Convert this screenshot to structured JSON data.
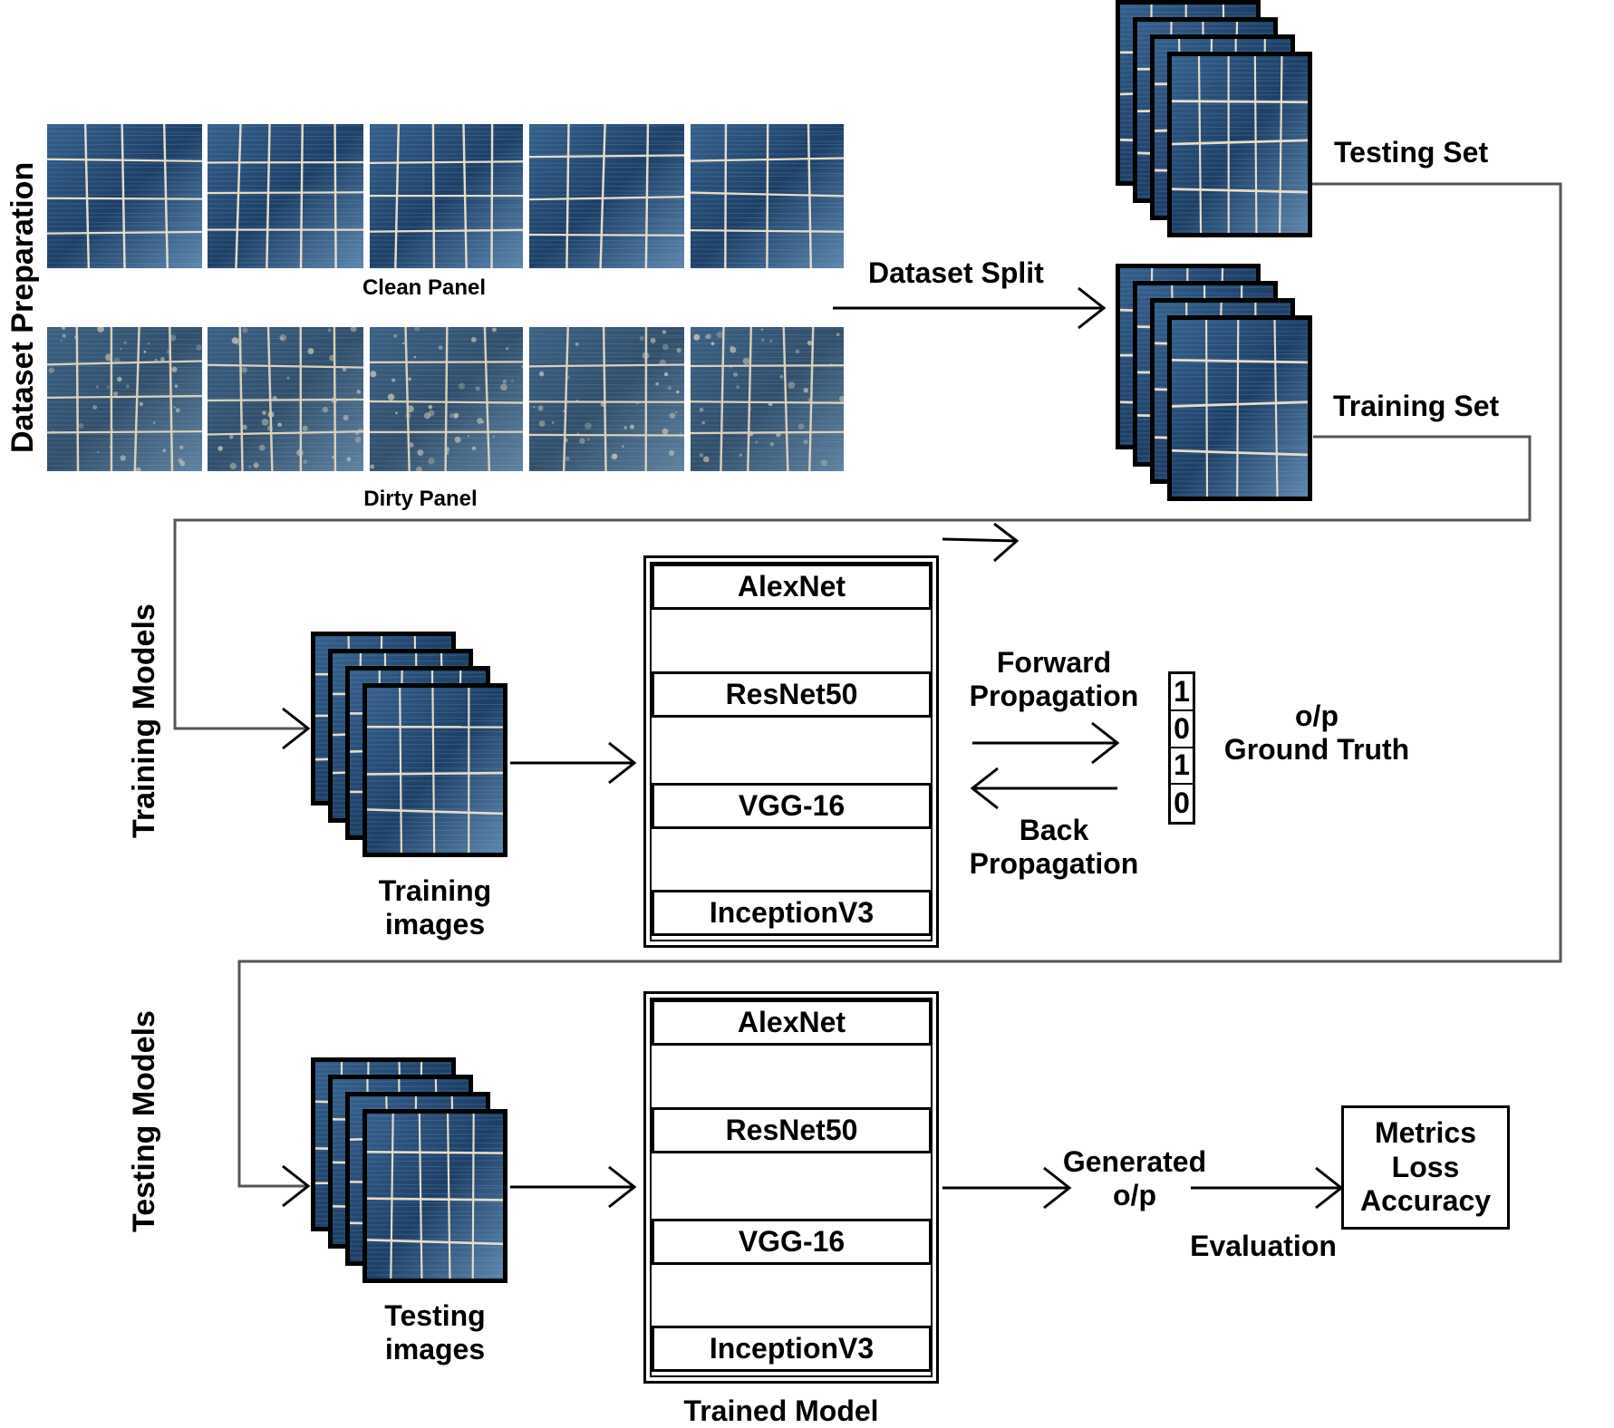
{
  "sections": {
    "dataset_preparation": "Dataset Preparation",
    "training_models": "Training Models",
    "testing_models": "Testing Models"
  },
  "dataset": {
    "clean_label": "Clean Panel",
    "dirty_label": "Dirty Panel",
    "split_label": "Dataset Split",
    "testing_set": "Testing Set",
    "training_set": "Training Set"
  },
  "training": {
    "images_line1": "Training",
    "images_line2": "images",
    "models": [
      "AlexNet",
      "ResNet50",
      "VGG-16",
      "InceptionV3"
    ],
    "forward_line1": "Forward",
    "forward_line2": "Propagation",
    "back_line1": "Back",
    "back_line2": "Propagation",
    "output_vector": [
      "1",
      "0",
      "1",
      "0"
    ],
    "ground_truth_line1": "o/p",
    "ground_truth_line2": "Ground Truth"
  },
  "testing": {
    "images_line1": "Testing",
    "images_line2": "images",
    "models": [
      "AlexNet",
      "ResNet50",
      "VGG-16",
      "InceptionV3"
    ],
    "trained_model": "Trained Model",
    "generated_line1": "Generated",
    "generated_line2": "o/p",
    "evaluation": "Evaluation",
    "metrics": [
      "Metrics",
      "Loss",
      "Accuracy"
    ]
  },
  "colors": {
    "panel_dark": "#1d3f66",
    "panel_mid": "#35608c",
    "panel_light": "#5d86ad",
    "grid_line": "#e6dccb",
    "connector": "#555555"
  }
}
